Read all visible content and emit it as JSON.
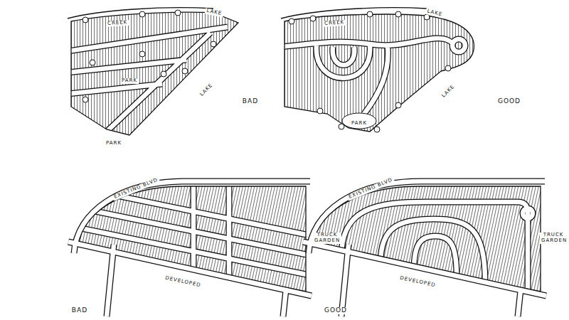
{
  "diagram": {
    "labels": [
      "CREEK",
      "LAKE",
      "PARK",
      "LAKE",
      "PARK",
      "BAD",
      "CREEK",
      "LAKE",
      "LAKE",
      "PARK",
      "GOOD",
      "EXISTING BLVD",
      "TRUCK GARDEN",
      "DEVELOPED",
      "BAD",
      "EXISTING BLVD",
      "TRUCK GARDEN",
      "DEVELOPED",
      "GOOD"
    ]
  }
}
